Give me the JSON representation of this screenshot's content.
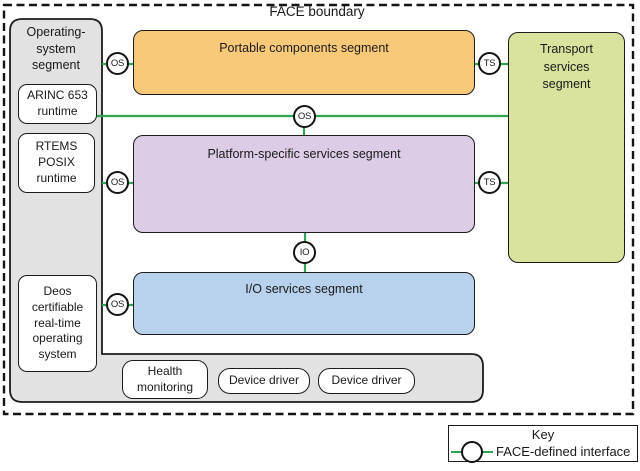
{
  "boundary_label": "FACE boundary",
  "os_segment": {
    "title": "Operating-\nsystem\nsegment",
    "boxes": {
      "arinc": "ARINC 653\nruntime",
      "rtems": "RTEMS\nPOSIX\nruntime",
      "deos": "Deos\ncertifiable\nreal-time\noperating\nsystem"
    }
  },
  "segments": {
    "portable": "Portable components segment",
    "platform": "Platform-specific services segment",
    "io": "I/O services segment",
    "transport": "Transport\nservices\nsegment"
  },
  "infrastructure": {
    "health": "Health\nmonitoring",
    "device_driver_1": "Device driver",
    "device_driver_2": "Device driver"
  },
  "interfaces": {
    "os_portable": "OS",
    "ts_portable": "TS",
    "os_line": "OS",
    "os_platform": "OS",
    "ts_platform": "TS",
    "io_line": "IO",
    "os_io": "OS"
  },
  "key": {
    "title": "Key",
    "item": "FACE-defined interface"
  },
  "colors": {
    "portable_fill": "#F9C97A",
    "platform_fill": "#DDCCE5",
    "io_fill": "#B8D1ED",
    "transport_fill": "#D9E39E",
    "os_segment_fill": "#E2E2E2",
    "interface_line": "#2EA454",
    "border": "#1B1B1B"
  }
}
